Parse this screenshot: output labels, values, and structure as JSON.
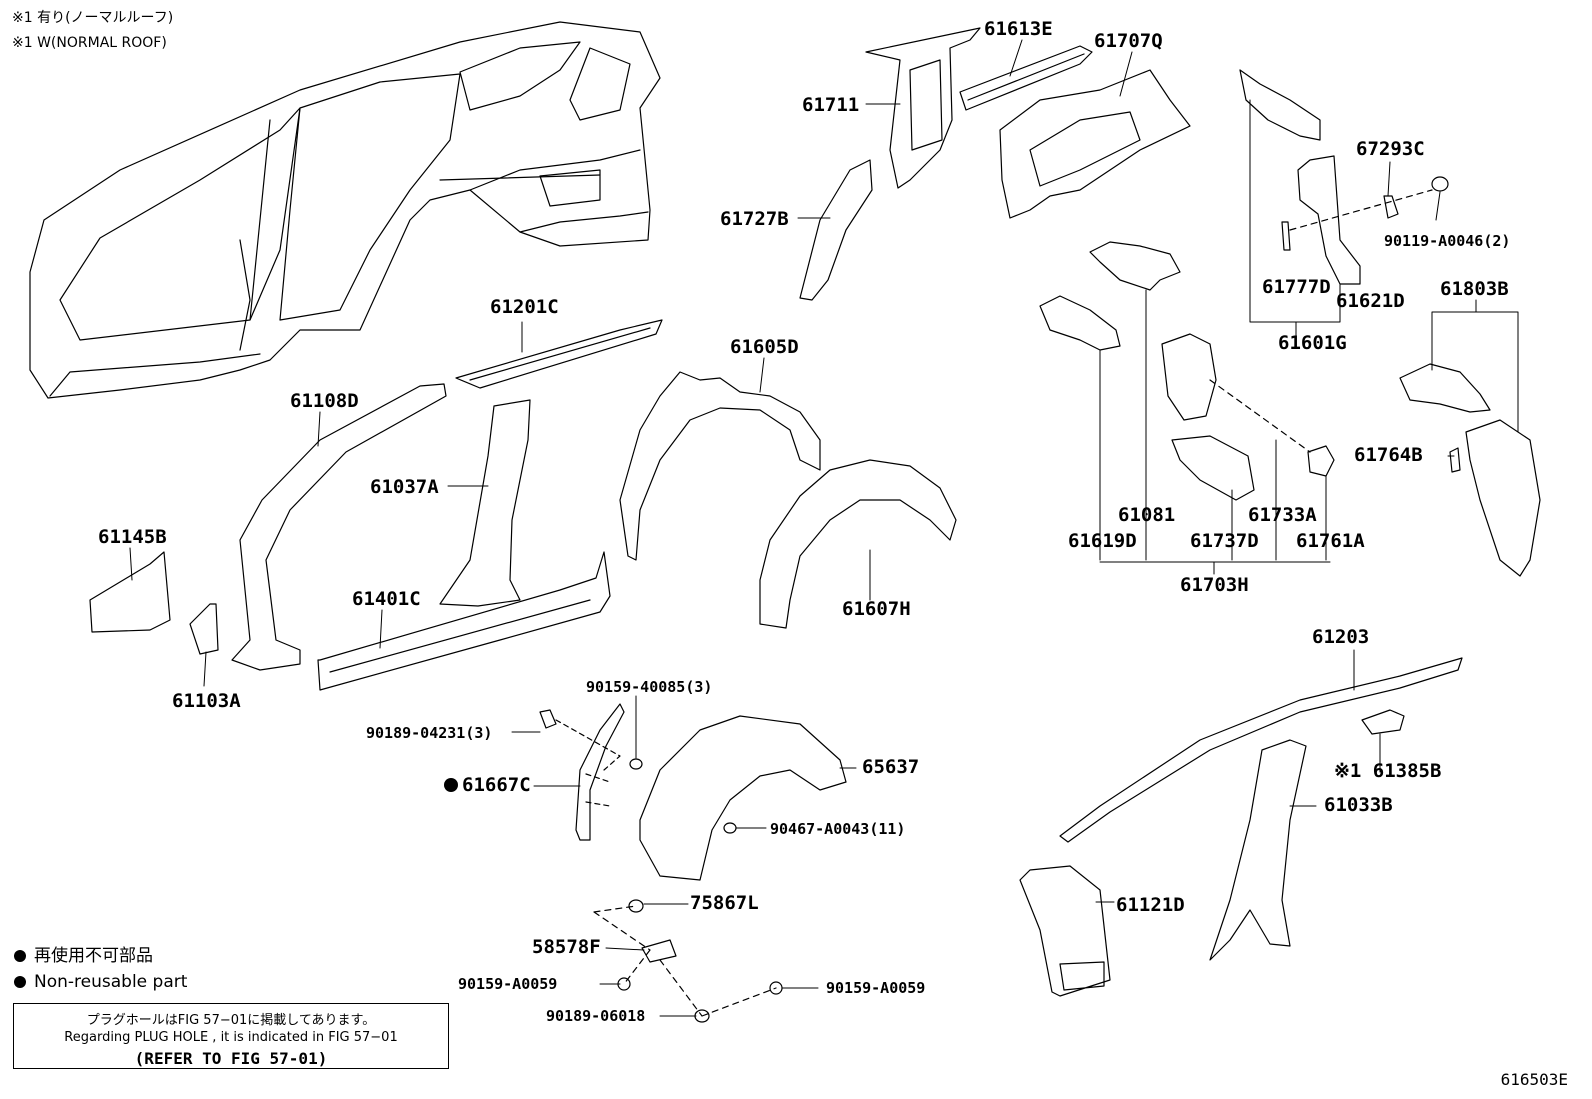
{
  "header_notes": {
    "line1": "※1 有り(ノーマルルーフ)",
    "line2": "※1 W(NORMAL ROOF)"
  },
  "parts": [
    {
      "id": "p61613E",
      "text": "61613E"
    },
    {
      "id": "p61707Q",
      "text": "61707Q"
    },
    {
      "id": "p61711",
      "text": "61711"
    },
    {
      "id": "p61727B",
      "text": "61727B"
    },
    {
      "id": "p67293C",
      "text": "67293C"
    },
    {
      "id": "p90119",
      "text": "90119-A0046(2)"
    },
    {
      "id": "p61777D",
      "text": "61777D"
    },
    {
      "id": "p61621D",
      "text": "61621D"
    },
    {
      "id": "p61601G",
      "text": "61601G"
    },
    {
      "id": "p61803B",
      "text": "61803B"
    },
    {
      "id": "p61764B",
      "text": "61764B"
    },
    {
      "id": "p61201C",
      "text": "61201C"
    },
    {
      "id": "p61108D",
      "text": "61108D"
    },
    {
      "id": "p61037A",
      "text": "61037A"
    },
    {
      "id": "p61605D",
      "text": "61605D"
    },
    {
      "id": "p61145B",
      "text": "61145B"
    },
    {
      "id": "p61401C",
      "text": "61401C"
    },
    {
      "id": "p61103A",
      "text": "61103A"
    },
    {
      "id": "p61607H",
      "text": "61607H"
    },
    {
      "id": "p61081",
      "text": "61081"
    },
    {
      "id": "p61733A",
      "text": "61733A"
    },
    {
      "id": "p61619D",
      "text": "61619D"
    },
    {
      "id": "p61737D",
      "text": "61737D"
    },
    {
      "id": "p61761A",
      "text": "61761A"
    },
    {
      "id": "p61703H",
      "text": "61703H"
    },
    {
      "id": "p61203",
      "text": "61203"
    },
    {
      "id": "p61385B",
      "text": "※1 61385B"
    },
    {
      "id": "p61033B",
      "text": "61033B"
    },
    {
      "id": "p61121D",
      "text": "61121D"
    },
    {
      "id": "p90159_40085",
      "text": "90159-40085(3)"
    },
    {
      "id": "p90189_04231",
      "text": "90189-04231(3)"
    },
    {
      "id": "p61667C",
      "text": "61667C"
    },
    {
      "id": "p65637",
      "text": "65637"
    },
    {
      "id": "p90467",
      "text": "90467-A0043(11)"
    },
    {
      "id": "p75867L",
      "text": "75867L"
    },
    {
      "id": "p58578F",
      "text": "58578F"
    },
    {
      "id": "p90159_A0059a",
      "text": "90159-A0059"
    },
    {
      "id": "p90159_A0059b",
      "text": "90159-A0059"
    },
    {
      "id": "p90189_06018",
      "text": "90189-06018"
    }
  ],
  "legend": {
    "jp": "再使用不可部品",
    "en": "Non-reusable part"
  },
  "reference_box": {
    "jp": "プラグホールはFIG 57−01に掲載してあります。",
    "en": "Regarding PLUG HOLE , it is indicated in FIG 57−01",
    "refer": "(REFER TO FIG 57-01)"
  },
  "figure_id": "616503E"
}
